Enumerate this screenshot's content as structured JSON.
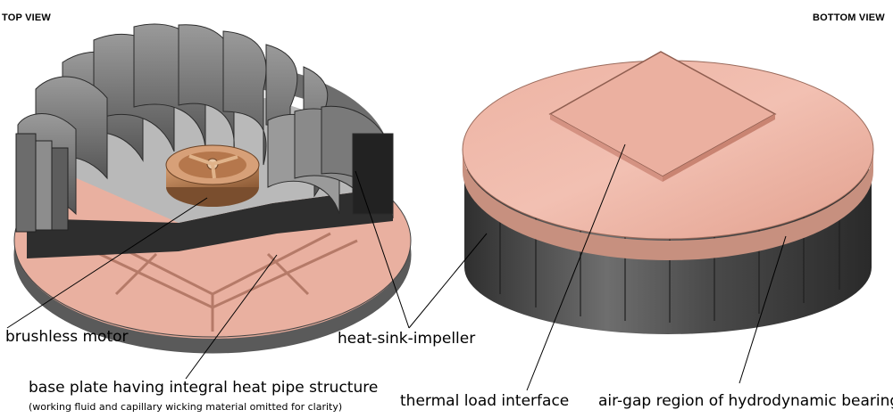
{
  "views": {
    "top": "TOP VIEW",
    "bottom": "BOTTOM VIEW"
  },
  "labels": {
    "motor": "brushless motor",
    "base_plate": "base plate having integral heat pipe structure",
    "base_plate_note": "(working fluid and capillary wicking material omitted for clarity)",
    "impeller": "heat-sink-impeller",
    "thermal": "thermal load interface",
    "airgap": "air-gap region of hydrodynamic bearing"
  },
  "colors": {
    "copper": "#e8a896",
    "copper_dark": "#c98472",
    "fin_gray": "#8c8c8c",
    "fin_dark": "#3f3f3f",
    "motor": "#c58a5a"
  }
}
